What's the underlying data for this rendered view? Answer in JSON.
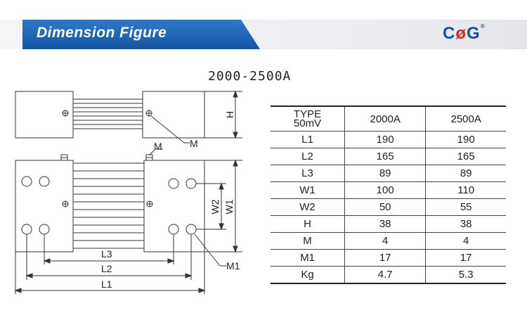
{
  "header": {
    "title": "Dimension Figure",
    "logo": {
      "left": "C",
      "middle": "ø",
      "right": "G",
      "mark": "®"
    }
  },
  "figure": {
    "title": "2000-2500A",
    "labels": {
      "h": "H",
      "m_top": "M",
      "m_side": "M",
      "w1": "W1",
      "w2": "W2",
      "l1": "L1",
      "l2": "L2",
      "l3": "L3",
      "m1": "M1"
    }
  },
  "table": {
    "headers": [
      "TYPE\n50mV",
      "2000A",
      "2500A"
    ],
    "rows": [
      [
        "L1",
        "190",
        "190"
      ],
      [
        "L2",
        "165",
        "165"
      ],
      [
        "L3",
        "89",
        "89"
      ],
      [
        "W1",
        "100",
        "110"
      ],
      [
        "W2",
        "50",
        "55"
      ],
      [
        "H",
        "38",
        "38"
      ],
      [
        "M",
        "4",
        "4"
      ],
      [
        "M1",
        "17",
        "17"
      ],
      [
        "Kg",
        "4.7",
        "5.3"
      ]
    ]
  }
}
